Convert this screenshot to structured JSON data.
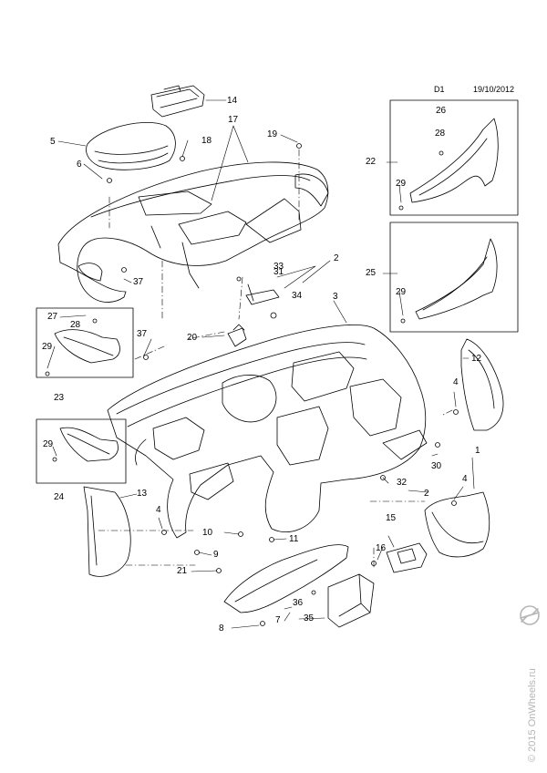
{
  "header": {
    "diagram_code": "D1",
    "date": "19/10/2012"
  },
  "watermark": {
    "text": "© 2015 OnWheels.ru"
  },
  "callouts": [
    {
      "id": "c1",
      "text": "1"
    },
    {
      "id": "c2a",
      "text": "2"
    },
    {
      "id": "c2b",
      "text": "2"
    },
    {
      "id": "c3",
      "text": "3"
    },
    {
      "id": "c4a",
      "text": "4"
    },
    {
      "id": "c4b",
      "text": "4"
    },
    {
      "id": "c4c",
      "text": "4"
    },
    {
      "id": "c5",
      "text": "5"
    },
    {
      "id": "c6",
      "text": "6"
    },
    {
      "id": "c7",
      "text": "7"
    },
    {
      "id": "c8",
      "text": "8"
    },
    {
      "id": "c9",
      "text": "9"
    },
    {
      "id": "c10",
      "text": "10"
    },
    {
      "id": "c11",
      "text": "11"
    },
    {
      "id": "c12",
      "text": "12"
    },
    {
      "id": "c13",
      "text": "13"
    },
    {
      "id": "c14",
      "text": "14"
    },
    {
      "id": "c15",
      "text": "15"
    },
    {
      "id": "c16",
      "text": "16"
    },
    {
      "id": "c17",
      "text": "17"
    },
    {
      "id": "c18",
      "text": "18"
    },
    {
      "id": "c19",
      "text": "19"
    },
    {
      "id": "c20",
      "text": "20"
    },
    {
      "id": "c21",
      "text": "21"
    },
    {
      "id": "c22",
      "text": "22"
    },
    {
      "id": "c23",
      "text": "23"
    },
    {
      "id": "c24",
      "text": "24"
    },
    {
      "id": "c25",
      "text": "25"
    },
    {
      "id": "c26",
      "text": "26"
    },
    {
      "id": "c27",
      "text": "27"
    },
    {
      "id": "c28a",
      "text": "28"
    },
    {
      "id": "c28b",
      "text": "28"
    },
    {
      "id": "c29a",
      "text": "29"
    },
    {
      "id": "c29b",
      "text": "29"
    },
    {
      "id": "c29c",
      "text": "29"
    },
    {
      "id": "c29d",
      "text": "29"
    },
    {
      "id": "c30",
      "text": "30"
    },
    {
      "id": "c31",
      "text": "31"
    },
    {
      "id": "c32",
      "text": "32"
    },
    {
      "id": "c33",
      "text": "33"
    },
    {
      "id": "c34",
      "text": "34"
    },
    {
      "id": "c35",
      "text": "35"
    },
    {
      "id": "c36",
      "text": "36"
    },
    {
      "id": "c37a",
      "text": "37"
    },
    {
      "id": "c37b",
      "text": "37"
    }
  ],
  "colors": {
    "line": "#000000",
    "watermark": "#b5b5b5",
    "paper": "#ffffff"
  }
}
